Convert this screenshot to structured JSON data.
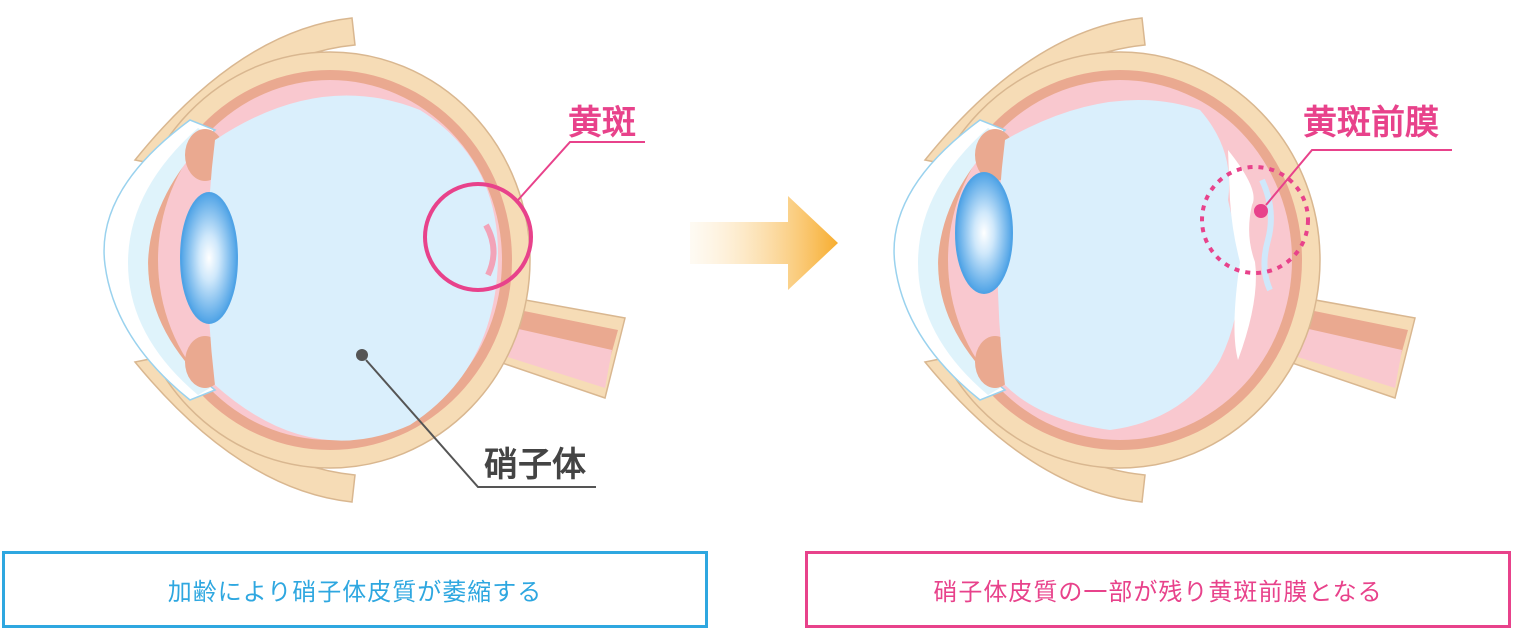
{
  "left_eye": {
    "macula_label": "黄斑",
    "vitreous_label": "硝子体"
  },
  "right_eye": {
    "membrane_label": "黄斑前膜"
  },
  "captions": {
    "left": "加齢により硝子体皮質が萎縮する",
    "right": "硝子体皮質の一部が残り黄斑前膜となる"
  },
  "colors": {
    "sclera": "#f6dcb6",
    "choroid": "#eaa990",
    "retina": "#f9c8cf",
    "vitreous": "#daeffc",
    "lens": "#4fa3e6",
    "macula_pink": "#e8428b",
    "vitreous_pointer": "#555555",
    "arrow": "#f7ad2f",
    "caption_blue": "#2ea7e0"
  }
}
